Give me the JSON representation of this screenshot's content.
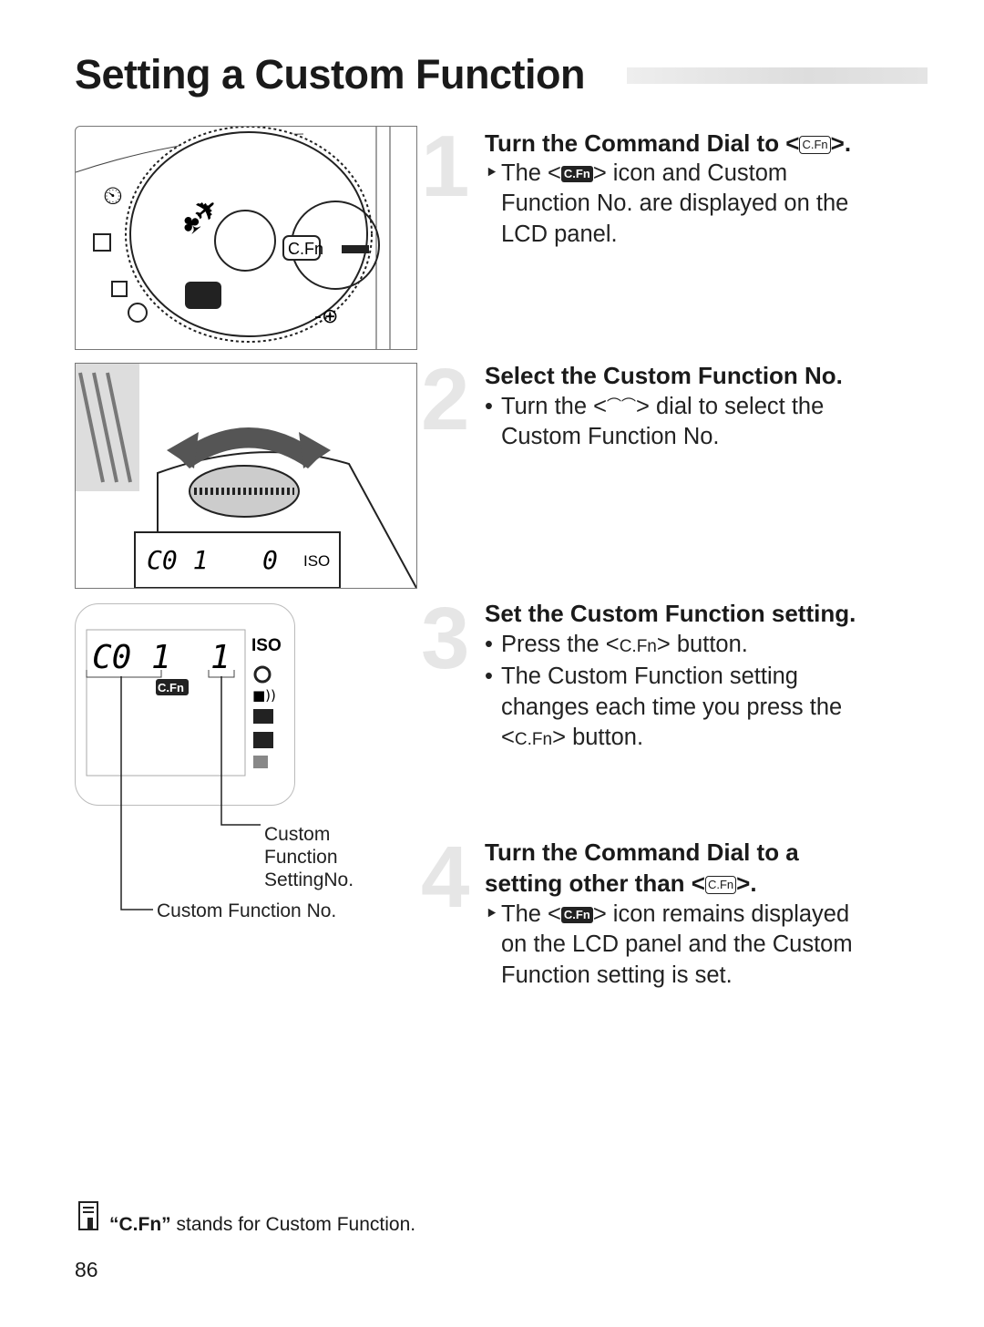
{
  "title": "Setting a Custom Function",
  "steps": [
    {
      "number": "1",
      "heading": [
        "Turn the Command Dial to <",
        "C.Fn",
        ">."
      ],
      "body": [
        "The <",
        "C.Fn",
        "> icon and Custom",
        "Function No. are displayed on the",
        "LCD panel."
      ]
    },
    {
      "number": "2",
      "heading": [
        "Select the Custom Function No."
      ],
      "body": [
        "Turn the <",
        "dial-icon",
        "> dial to select the",
        "Custom Function No."
      ]
    },
    {
      "number": "3",
      "heading": [
        "Set the Custom Function setting."
      ],
      "body": [
        "Press the <",
        "C.Fn",
        "> button.",
        "The Custom Function setting",
        "changes each time you press the",
        "<",
        "C.Fn",
        "> button."
      ]
    },
    {
      "number": "4",
      "heading": [
        "Turn the Command Dial to a",
        "setting other than <",
        "C.Fn",
        ">."
      ],
      "body": [
        "The <",
        "C.Fn",
        "> icon remains displayed",
        "on the LCD panel and the Custom",
        "Function setting is set."
      ]
    }
  ],
  "illustration": {
    "dial_label": "C.Fn",
    "lcd_top": {
      "left": "C0 1",
      "right": "0",
      "iso": "ISO"
    },
    "lcd": {
      "function_no": "C0 1",
      "setting_no": "1",
      "iso": "ISO",
      "badge": "C.Fn"
    },
    "labels": {
      "setting_no": [
        "Custom",
        "Function",
        "SettingNo."
      ],
      "function_no": "Custom Function No."
    }
  },
  "note": {
    "icon": "memo-icon",
    "bold": "“C.Fn”",
    "text": " stands for Custom Function."
  },
  "page_number": "86"
}
